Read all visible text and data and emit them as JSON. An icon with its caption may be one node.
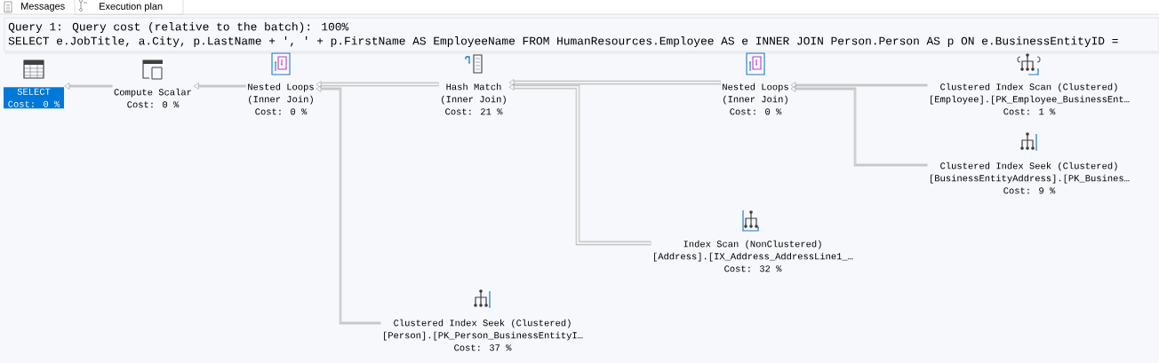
{
  "diagram": {
    "nodes": [
      {
        "text": [
          "SELECT",
          "Cost: 0 %"
        ]
      },
      {
        "text": [
          "Compute Scalar",
          "Cost: 0 %"
        ]
      },
      {
        "text": [
          "Nested Loops",
          "(Inner Join)",
          "Cost: 0 %"
        ]
      },
      {
        "text": [
          "Hash Match",
          "(Inner Join)",
          "Cost: 21 %"
        ]
      },
      {
        "text": [
          "Nested Loops",
          "(Inner Join)",
          "Cost: 0 %"
        ]
      },
      {
        "text": [
          "Clustered Index Scan (Clustered)",
          "[Employee].[PK_Employee_BusinessEnt…",
          "Cost: 1 %"
        ]
      },
      {
        "text": [
          "Clustered Index Seek (Clustered)",
          "[BusinessEntityAddress].[PK_Busines…",
          "Cost: 9 %"
        ]
      },
      {
        "text": [
          "Index Scan (NonClustered)",
          "[Address].[IX_Address_AddressLine1_…",
          "Cost: 32 %"
        ]
      },
      {
        "text": [
          "Clustered Index Seek (Clustered)",
          "[Person].[PK_Person_BusinessEntityI…",
          "Cost: 37 %"
        ]
      }
    ],
    "edges": [
      {
        "from": 1,
        "to": 0,
        "arrow": "to"
      },
      {
        "from": 2,
        "to": 1,
        "arrow": "to"
      },
      {
        "from": 3,
        "to": 2,
        "arrow": "to",
        "style": "thick"
      },
      {
        "from": 8,
        "to": 2,
        "arrow": "to"
      },
      {
        "from": 4,
        "to": 3,
        "arrow": "to",
        "style": "thick"
      },
      {
        "from": 7,
        "to": 3,
        "arrow": "to",
        "style": "thick"
      },
      {
        "from": 5,
        "to": 4,
        "arrow": "to"
      },
      {
        "from": 6,
        "to": 4,
        "arrow": "to"
      }
    ],
    "labels": [
      "Messages",
      "Execution plan",
      "Query 1: Query cost (relative to the batch): 100%",
      "SELECT e.JobTitle, a.City, p.LastName + ', ' + p.FirstName AS EmployeeName FROM HumanResources.Employee AS e INNER JOIN Person.Person AS p ON e.BusinessEntityID ="
    ]
  }
}
